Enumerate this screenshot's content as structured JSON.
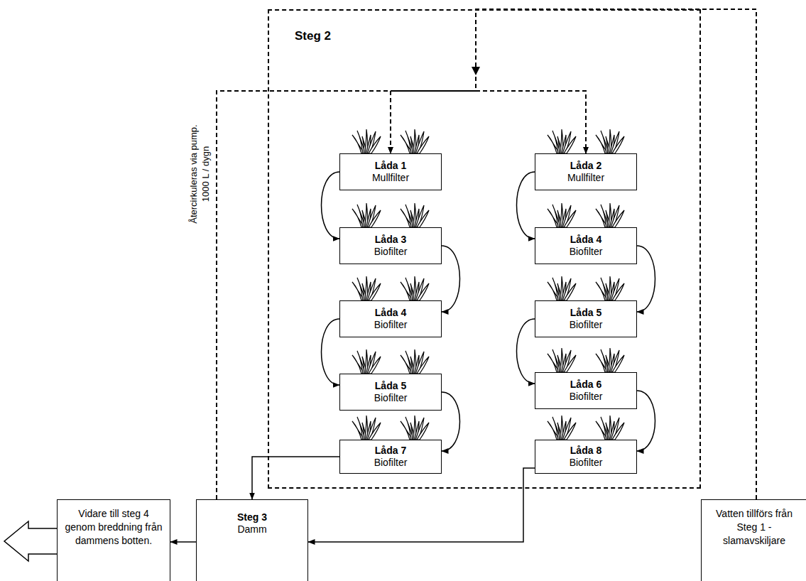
{
  "diagram": {
    "nodes": [
      {
        "text": [
          "Steg 2"
        ]
      },
      {
        "text": [
          "Låda 1",
          "Mullfilter"
        ],
        "in": 0
      },
      {
        "text": [
          "Låda 2",
          "Mullfilter"
        ],
        "in": 0
      },
      {
        "text": [
          "Låda 3",
          "Biofilter"
        ],
        "in": 0
      },
      {
        "text": [
          "Låda 4",
          "Biofilter"
        ],
        "in": 0
      },
      {
        "text": [
          "Låda 4",
          "Biofilter"
        ],
        "in": 0
      },
      {
        "text": [
          "Låda 5",
          "Biofilter"
        ],
        "in": 0
      },
      {
        "text": [
          "Låda 5",
          "Biofilter"
        ],
        "in": 0
      },
      {
        "text": [
          "Låda 6",
          "Biofilter"
        ],
        "in": 0
      },
      {
        "text": [
          "Låda 7",
          "Biofilter"
        ],
        "in": 0
      },
      {
        "text": [
          "Låda 8",
          "Biofilter"
        ],
        "in": 0
      },
      {
        "text": [
          "Steg 3",
          "Damm"
        ]
      },
      {
        "text": [
          "Vidare till steg 4 genom breddning från dammens botten."
        ]
      },
      {
        "text": [
          "Vatten tillförs från Steg 1 - slamavskiljare"
        ]
      }
    ],
    "edges": [
      {
        "from": 13,
        "to": 1,
        "arrow": "to"
      },
      {
        "from": 13,
        "to": 2,
        "arrow": "to"
      },
      {
        "from": 11,
        "to": 1,
        "arrow": "to"
      },
      {
        "from": 11,
        "to": 2,
        "arrow": "to"
      },
      {
        "from": 1,
        "to": 3,
        "arrow": "to"
      },
      {
        "from": 3,
        "to": 5,
        "arrow": "to"
      },
      {
        "from": 5,
        "to": 7,
        "arrow": "to"
      },
      {
        "from": 7,
        "to": 9,
        "arrow": "to"
      },
      {
        "from": 2,
        "to": 4,
        "arrow": "to"
      },
      {
        "from": 4,
        "to": 6,
        "arrow": "to"
      },
      {
        "from": 6,
        "to": 8,
        "arrow": "to"
      },
      {
        "from": 8,
        "to": 10,
        "arrow": "to"
      },
      {
        "from": 9,
        "to": 11,
        "arrow": "to"
      },
      {
        "from": 10,
        "to": 11,
        "arrow": "to"
      },
      {
        "from": 11,
        "to": 12,
        "arrow": "to"
      }
    ],
    "labels": [
      "Återcirkuleras via pump. 1000 L / dygn"
    ]
  }
}
